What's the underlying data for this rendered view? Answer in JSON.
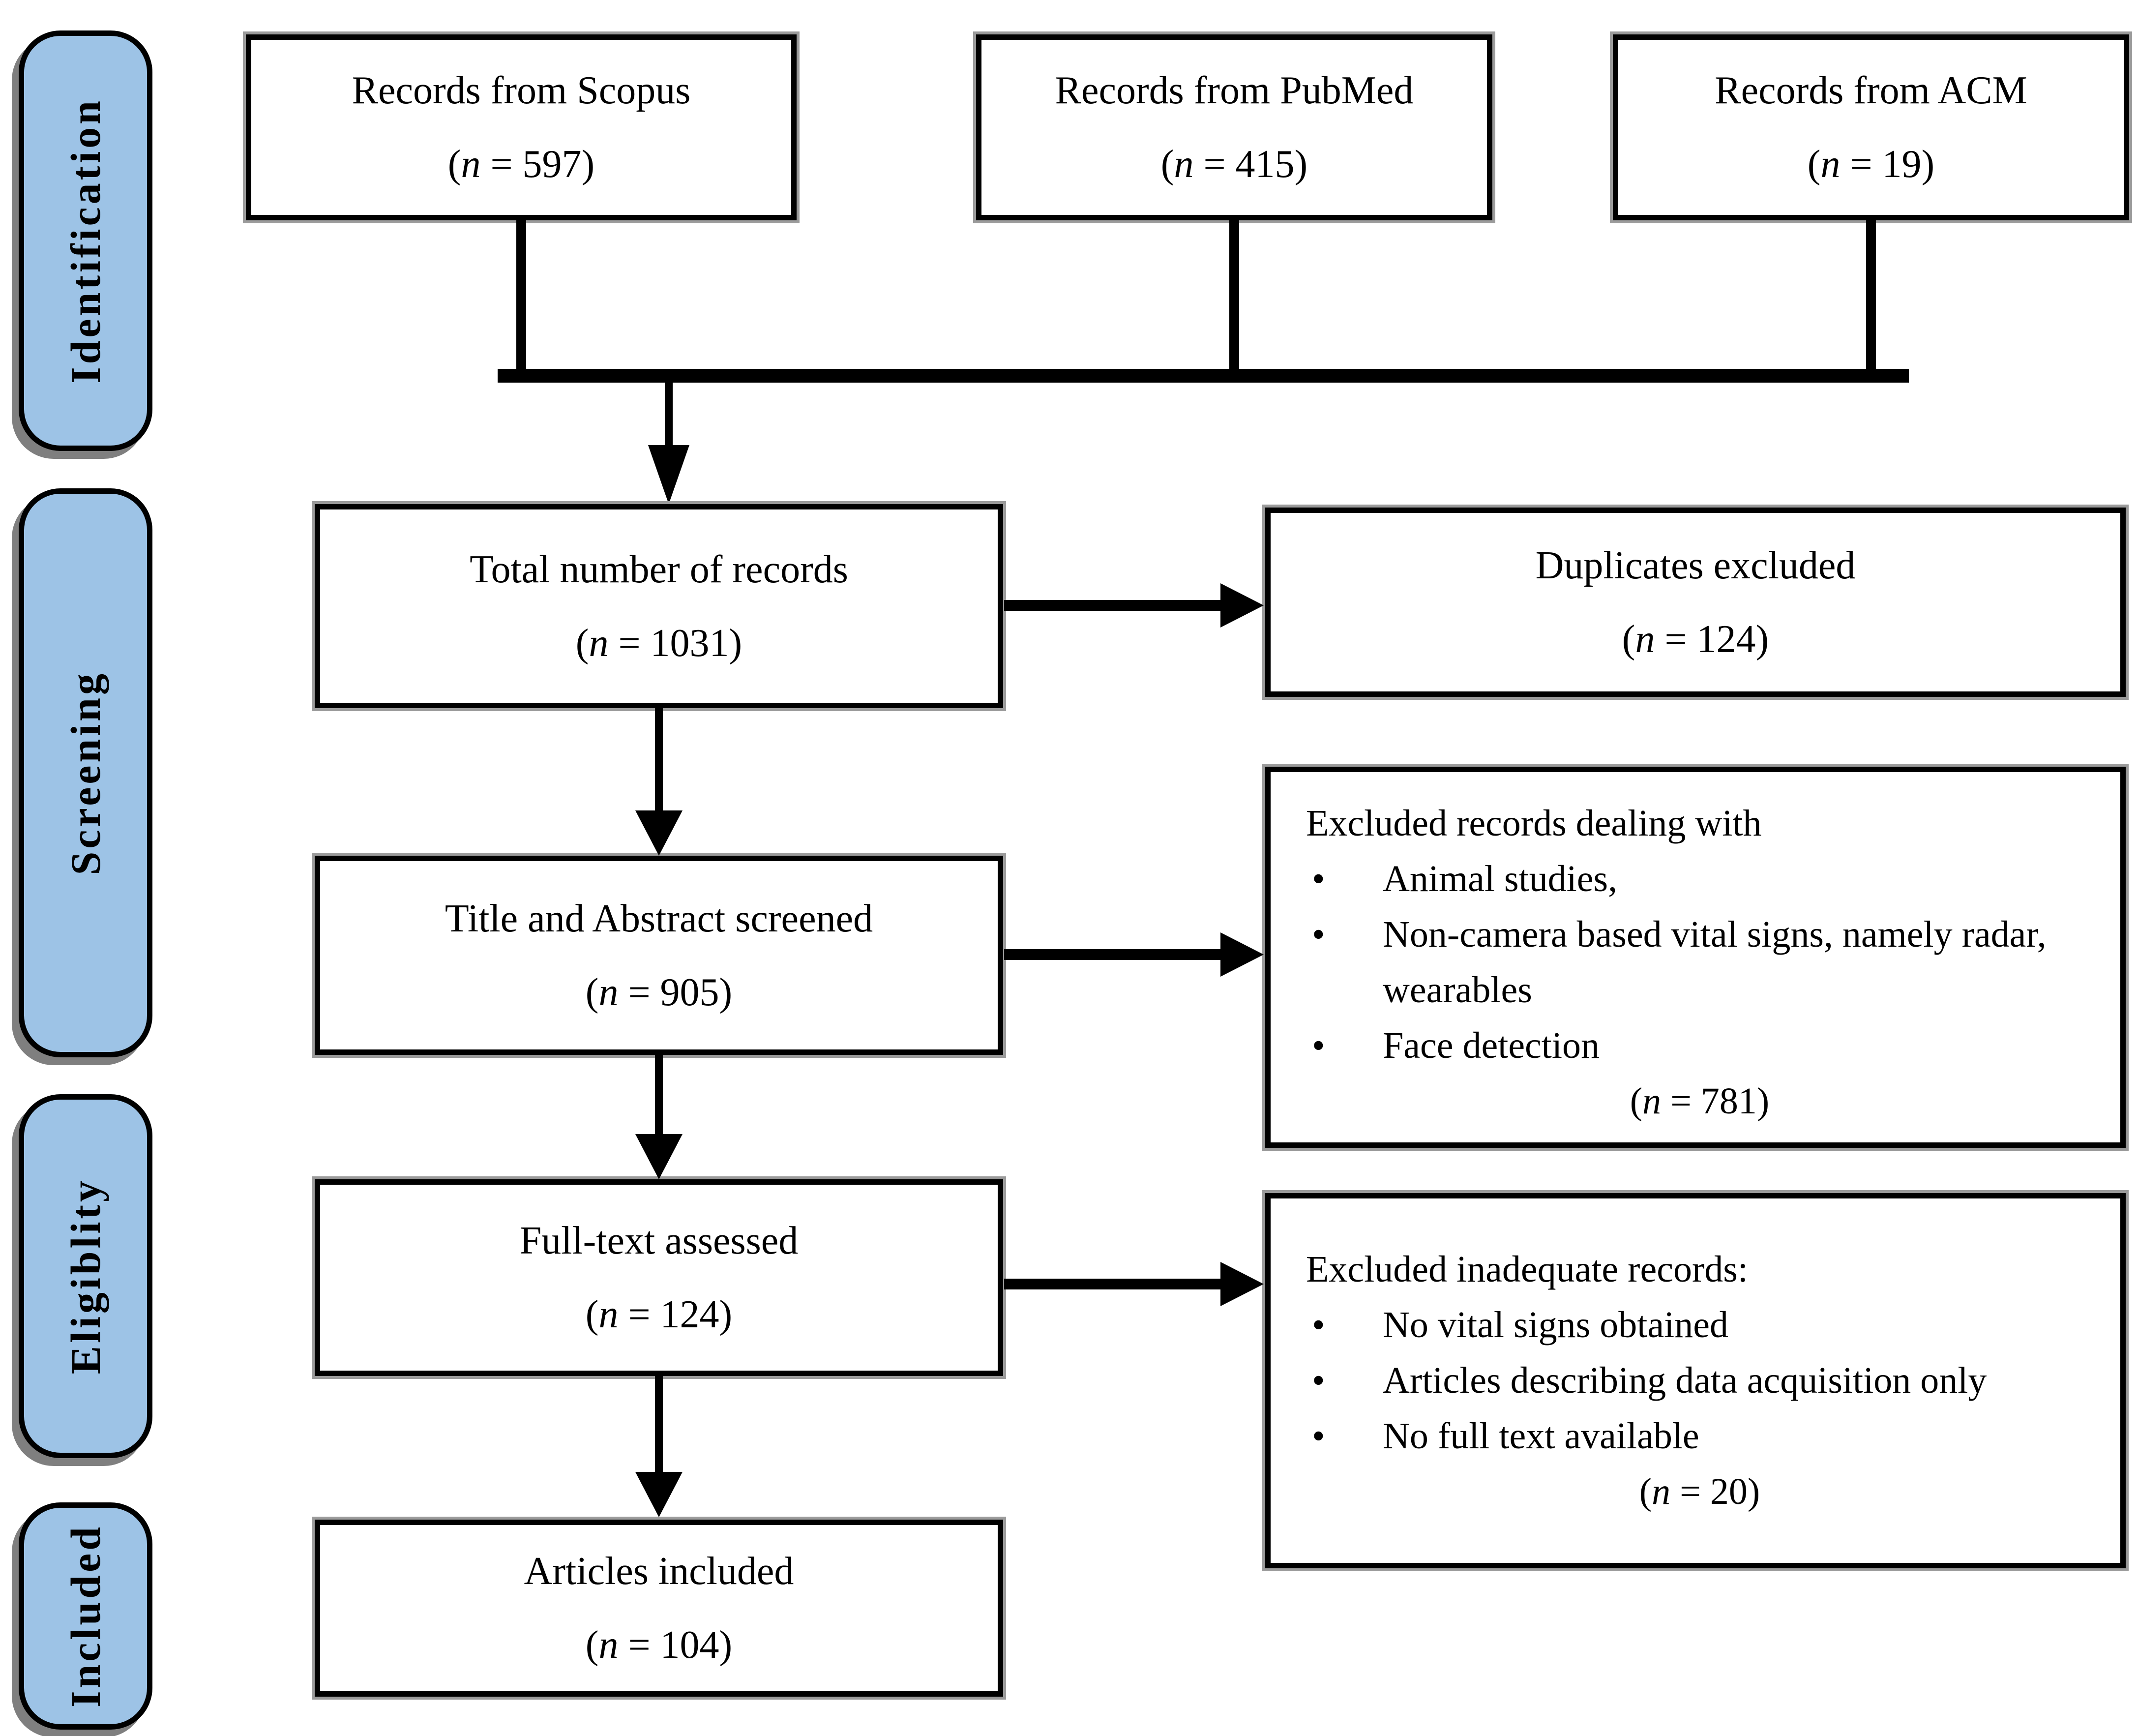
{
  "bullet": "•",
  "palette": {
    "sidebar_fill": "#9DC3E6",
    "box_fill": "#FFFFFF",
    "line_color": "#000000",
    "shadow_gray": "#9B9B9B"
  },
  "sidebar": {
    "identification": "Identification",
    "screening": "Screening",
    "eligibility": "Eligiblity",
    "included": "Included"
  },
  "sources": {
    "scopus": {
      "label": "Records from Scopus",
      "n_pre": "(",
      "n_var": "n",
      "n_post": " = 597)"
    },
    "pubmed": {
      "label": "Records from PubMed",
      "n_pre": "(",
      "n_var": "n",
      "n_post": " = 415)"
    },
    "acm": {
      "label": "Records from ACM",
      "n_pre": "(",
      "n_var": "n",
      "n_post": " = 19)"
    }
  },
  "flow": {
    "total": {
      "label": "Total number of records",
      "n_pre": "(",
      "n_var": "n",
      "n_post": " = 1031)"
    },
    "screened": {
      "label": "Title and Abstract screened",
      "n_pre": "(",
      "n_var": "n",
      "n_post": " = 905)"
    },
    "fulltext": {
      "label": "Full-text assessed",
      "n_pre": "(",
      "n_var": "n",
      "n_post": " = 124)"
    },
    "included": {
      "label": "Articles included",
      "n_pre": "(",
      "n_var": "n",
      "n_post": " = 104)"
    }
  },
  "exclusions": {
    "duplicates": {
      "label": "Duplicates excluded",
      "n_pre": "(",
      "n_var": "n",
      "n_post": " = 124)"
    },
    "screening": {
      "title": "Excluded records dealing with",
      "items": [
        "Animal studies,",
        "Non-camera based vital signs, namely radar, wearables",
        "Face detection"
      ],
      "n_pre": "(",
      "n_var": "n",
      "n_post": " = 781)"
    },
    "eligibility": {
      "title": "Excluded inadequate records:",
      "items": [
        "No vital signs obtained",
        "Articles describing data acquisition only",
        "No full text available"
      ],
      "n_pre": "(",
      "n_var": "n",
      "n_post": " = 20)"
    }
  }
}
